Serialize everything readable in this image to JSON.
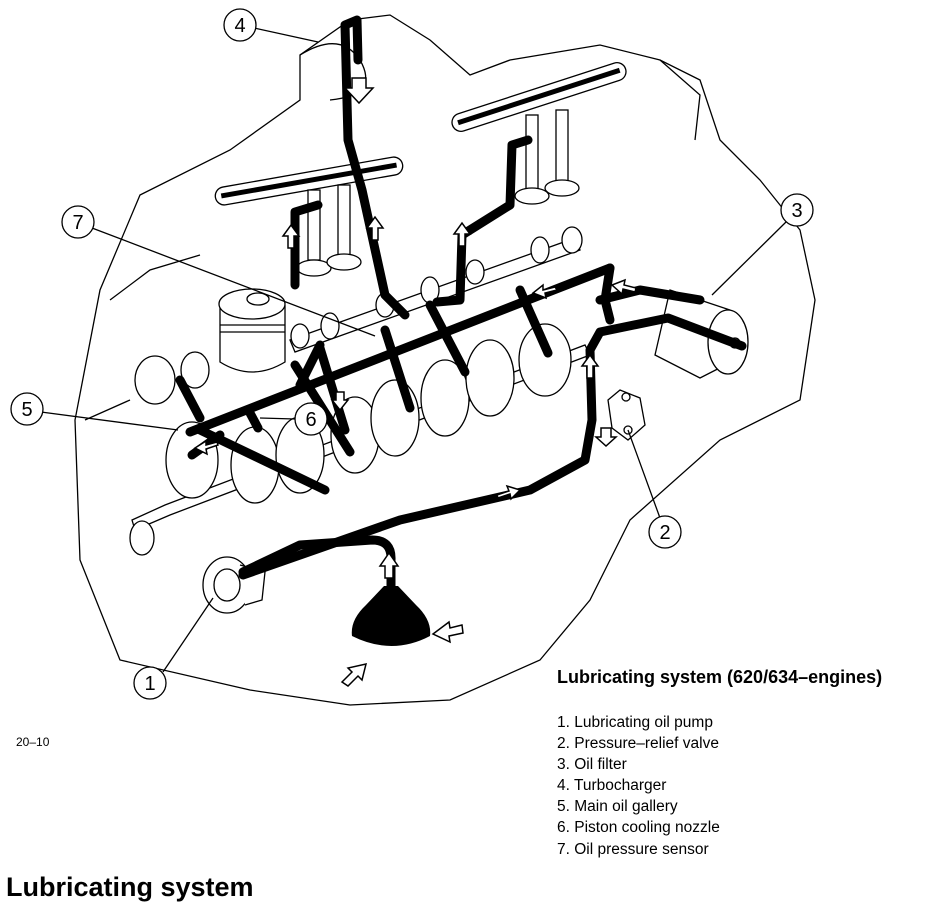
{
  "figure": {
    "caption_title": "Lubricating system (620/634–engines)",
    "figure_code": "20–10",
    "legend": [
      {
        "num": "1",
        "text": "1. Lubricating oil pump"
      },
      {
        "num": "2",
        "text": "2. Pressure–relief valve"
      },
      {
        "num": "3",
        "text": "3. Oil filter"
      },
      {
        "num": "4",
        "text": "4. Turbocharger"
      },
      {
        "num": "5",
        "text": "5. Main oil gallery"
      },
      {
        "num": "6",
        "text": "6. Piston cooling nozzle"
      },
      {
        "num": "7",
        "text": "7. Oil pressure sensor"
      }
    ],
    "callouts": [
      "1",
      "2",
      "3",
      "4",
      "5",
      "6",
      "7"
    ]
  },
  "page": {
    "heading": "Lubricating system"
  }
}
